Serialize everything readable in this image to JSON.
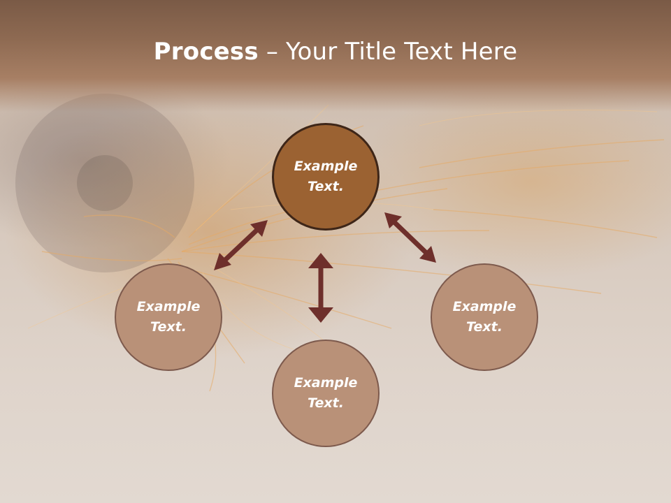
{
  "title": {
    "bold": "Process",
    "separator": " – ",
    "rest": "Your Title Text Here"
  },
  "nodes": {
    "center": {
      "line1": "Example",
      "line2": "Text."
    },
    "left": {
      "line1": "Example",
      "line2": "Text."
    },
    "right": {
      "line1": "Example",
      "line2": "Text."
    },
    "bottom": {
      "line1": "Example",
      "line2": "Text."
    }
  },
  "colors": {
    "header": "#8e6a52",
    "center_fill": "#9b6232",
    "center_border": "#3e2618",
    "outer_fill": "#b99178",
    "outer_border": "#7d5a4d",
    "arrow": "#6e2f2b"
  }
}
